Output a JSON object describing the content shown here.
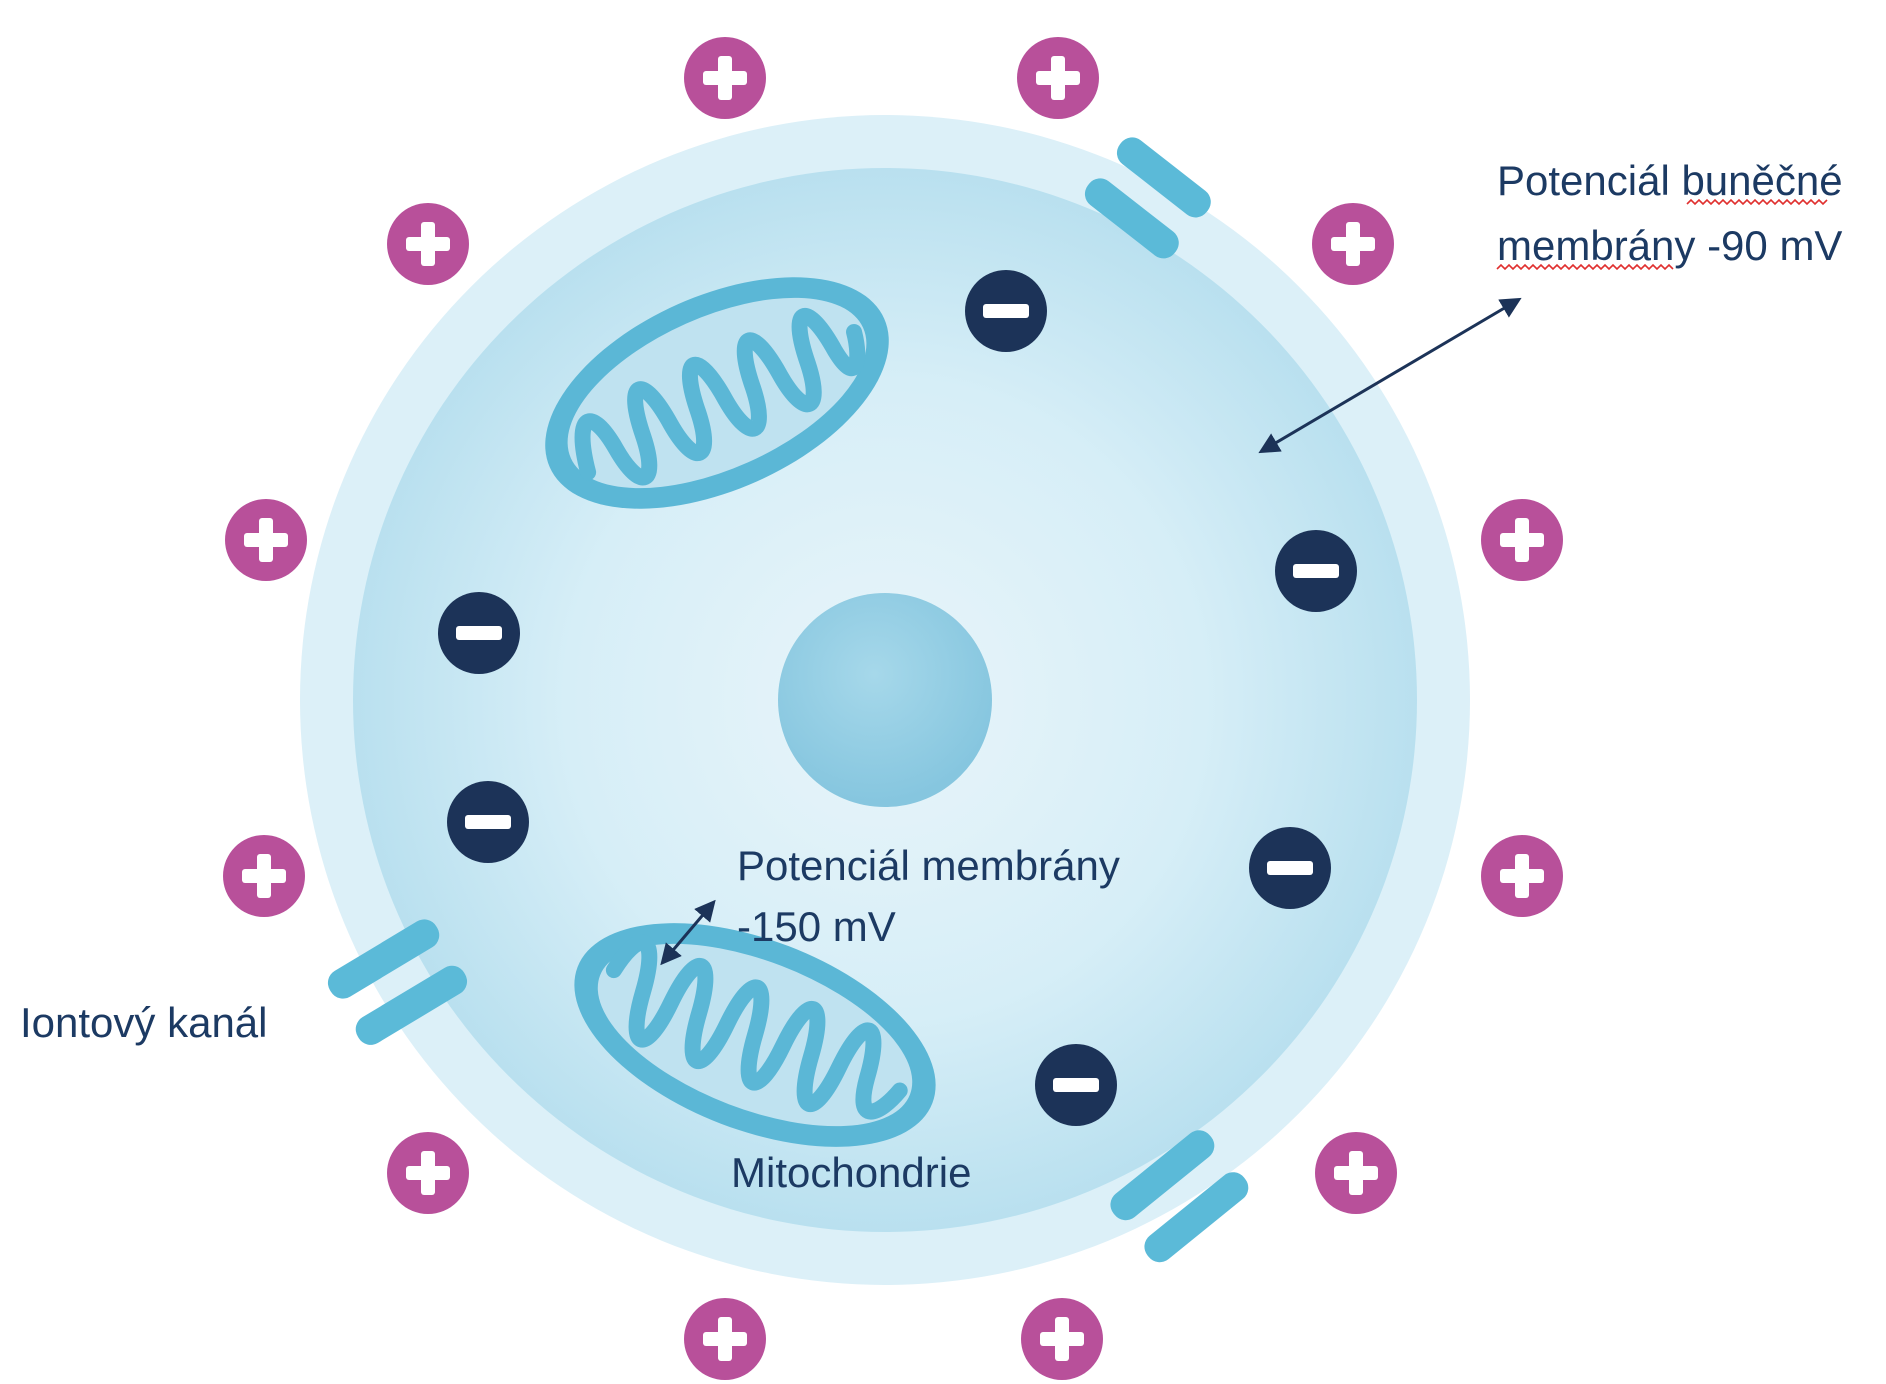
{
  "labels": {
    "cell_potential_line1_a": "Potenciál ",
    "cell_potential_line1_b": "buněčné",
    "cell_potential_line2_a": "membrány",
    "cell_potential_line2_b": " -90 mV",
    "mito_potential_line1": "Potenciál membrány",
    "mito_potential_line2": "-150 mV",
    "ion_channel": "Iontový kanál",
    "mitochondria": "Mitochondrie"
  },
  "colors": {
    "positive_ion": "#b8509a",
    "negative_ion": "#1c3358",
    "cell_outer": "#d7eef7",
    "cell_inner": "#c4e5f2",
    "nucleus": "#8dcbe3",
    "mitochondrion": "#5bb7d6",
    "ion_channel": "#5bbad8",
    "label_text": "#1c3a63",
    "spellcheck_underline": "#e0302f"
  },
  "icons": {
    "positive_ion": "plus-circle-icon",
    "negative_ion": "minus-circle-icon"
  }
}
